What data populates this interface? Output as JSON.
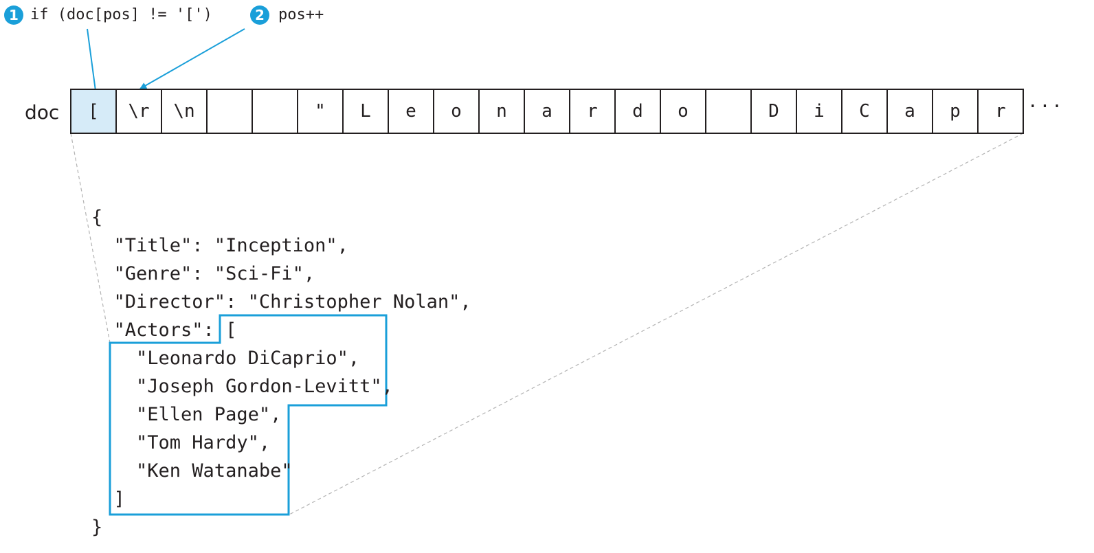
{
  "steps": [
    {
      "number": "1",
      "label": "if (doc[pos] != '[')"
    },
    {
      "number": "2",
      "label": "pos++"
    }
  ],
  "doc": {
    "label": "doc",
    "cells": [
      "[",
      "\\r",
      "\\n",
      "",
      "",
      "\"",
      "L",
      "e",
      "o",
      "n",
      "a",
      "r",
      "d",
      "o",
      "",
      "D",
      "i",
      "C",
      "a",
      "p",
      "r"
    ],
    "ellipsis": "···"
  },
  "json_lines": [
    "{",
    "  \"Title\": \"Inception\",",
    "  \"Genre\": \"Sci-Fi\",",
    "  \"Director\": \"Christopher Nolan\",",
    "  \"Actors\": [",
    "    \"Leonardo DiCaprio\",",
    "    \"Joseph Gordon-Levitt\",",
    "    \"Ellen Page\",",
    "    \"Tom Hardy\",",
    "    \"Ken Watanabe\"",
    "  ]",
    "}"
  ],
  "colors": {
    "accent": "#1a9fd9",
    "highlight": "#d6ebf8",
    "text": "#231f20",
    "guide": "#b3b3b3"
  }
}
